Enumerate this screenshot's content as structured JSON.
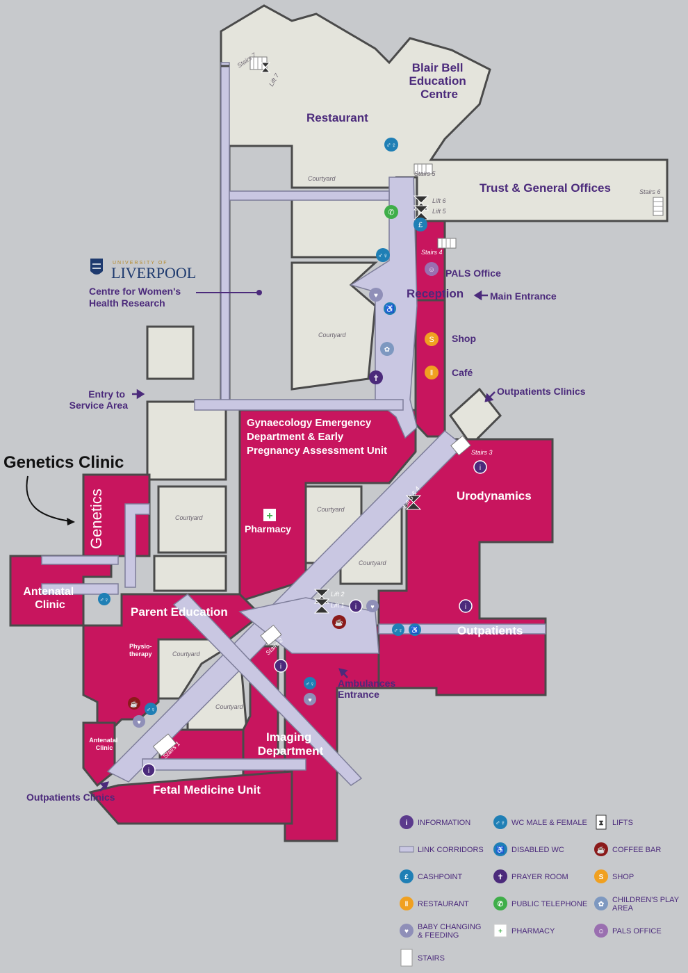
{
  "annotation": {
    "title": "Genetics Clinic",
    "pointer_label": "Genetics"
  },
  "university": {
    "line1": "UNIVERSITY OF",
    "line2": "LIVERPOOL",
    "centre_line1": "Centre for Women's",
    "centre_line2": "Health Research"
  },
  "areas": {
    "blair_bell": [
      "Blair Bell",
      "Education",
      "Centre"
    ],
    "restaurant": "Restaurant",
    "trust_offices": "Trust & General Offices",
    "pals_office": "PALS Office",
    "reception": "Reception",
    "main_entrance": "Main Entrance",
    "shop": "Shop",
    "cafe": "Café",
    "outpatients_clinics_top": "Outpatients Clinics",
    "entry_service": [
      "Entry to",
      "Service Area"
    ],
    "gynae": [
      "Gynaecology Emergency",
      "Department & Early",
      "Pregnancy Assessment Unit"
    ],
    "pharmacy": "Pharmacy",
    "urodynamics": "Urodynamics",
    "antenatal_clinic": [
      "Antenatal",
      "Clinic"
    ],
    "parent_education": "Parent Education",
    "physiotherapy": [
      "Physio-",
      "therapy"
    ],
    "outpatients": "Outpatients",
    "ambulances": [
      "Ambulances",
      "Entrance"
    ],
    "imaging": [
      "Imaging",
      "Department"
    ],
    "antenatal_small": [
      "Antenatal",
      "Clinic"
    ],
    "fetal_medicine": "Fetal Medicine Unit",
    "outpatients_clinics_bottom": "Outpatients Clinics"
  },
  "small_labels": {
    "courtyard": "Courtyard",
    "stairs_7": "Stairs 7",
    "lift_7": "Lift 7",
    "stairs_5": "Stairs 5",
    "stairs_6": "Stairs 6",
    "lift_6": "Lift 6",
    "lift_5": "Lift 5",
    "stairs_4": "Stairs 4",
    "stairs_3": "Stairs 3",
    "lift_3_4": "Lift 3 & 4",
    "lift_2": "Lift 2",
    "lift_1": "Lift 1",
    "stairs_2": "Stairs 2",
    "stairs_1": "Stairs 1"
  },
  "legend": [
    {
      "icon": "information-icon",
      "label": "INFORMATION",
      "color": "#5b3a8c"
    },
    {
      "icon": "wc-icon",
      "label": "WC MALE & FEMALE",
      "color": "#1f7fb5"
    },
    {
      "icon": "lifts-icon",
      "label": "LIFTS",
      "color": "#333333"
    },
    {
      "icon": "link-corridor-icon",
      "label": "LINK CORRIDORS",
      "color": "#7d7d99"
    },
    {
      "icon": "disabled-wc-icon",
      "label": "DISABLED WC",
      "color": "#1f7fb5"
    },
    {
      "icon": "coffee-bar-icon",
      "label": "COFFEE BAR",
      "color": "#8b1a1a"
    },
    {
      "icon": "cashpoint-icon",
      "label": "CASHPOINT",
      "color": "#1f7fb5"
    },
    {
      "icon": "prayer-room-icon",
      "label": "PRAYER ROOM",
      "color": "#4b2a7b"
    },
    {
      "icon": "shop-icon",
      "label": "SHOP",
      "color": "#f0a020"
    },
    {
      "icon": "restaurant-icon",
      "label": "RESTAURANT",
      "color": "#f0a020"
    },
    {
      "icon": "public-telephone-icon",
      "label": "PUBLIC TELEPHONE",
      "color": "#3fae49"
    },
    {
      "icon": "play-area-icon",
      "label": "CHILDREN'S PLAY AREA",
      "color": "#7d98c0"
    },
    {
      "icon": "baby-changing-icon",
      "label": "BABY CHANGING & FEEDING",
      "color": "#8f8fb8"
    },
    {
      "icon": "pharmacy-icon",
      "label": "PHARMACY",
      "color": "#3fae49"
    },
    {
      "icon": "pals-office-icon",
      "label": "PALS OFFICE",
      "color": "#9a6fb0"
    },
    {
      "icon": "stairs-icon",
      "label": "STAIRS",
      "color": "#999999"
    }
  ],
  "colors": {
    "background": "#c7c9cc",
    "building": "#e4e4dc",
    "clinical": "#c8155e",
    "corridor": "#c9c7e2",
    "outline": "#4a4a4a",
    "text": "#4b2a7b"
  }
}
